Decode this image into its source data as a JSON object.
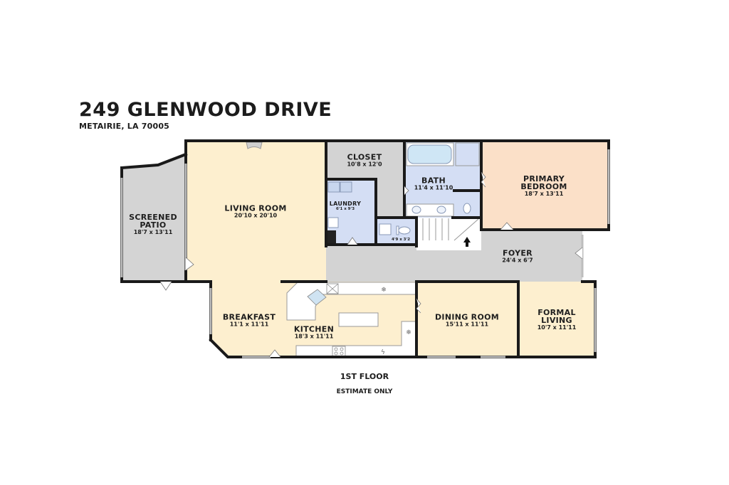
{
  "header": {
    "title": "249 GLENWOOD DRIVE",
    "subtitle": "METAIRIE, LA 70005"
  },
  "colors": {
    "living": "#fdefcf",
    "bedroom": "#fbe0c8",
    "bath": "#d4def4",
    "gray": "#d3d3d3",
    "wall": "#1a1a1a",
    "window": "#b9b9b9"
  },
  "rooms": [
    {
      "id": "screened-patio",
      "name": "SCREENED\nPATIO",
      "name1": "SCREENED",
      "name2": "PATIO",
      "dims": "18'7 x 13'11"
    },
    {
      "id": "living-room",
      "name1": "LIVING ROOM",
      "dims": "20'10 x 20'10"
    },
    {
      "id": "closet",
      "name1": "CLOSET",
      "dims": "10'8 x 12'0"
    },
    {
      "id": "laundry",
      "name1": "LAUNDRY",
      "dims": "6'1 x 9'3"
    },
    {
      "id": "bath",
      "name1": "BATH",
      "dims": "11'4 x 11'10"
    },
    {
      "id": "half-bath",
      "name1": "",
      "dims": "4'9 x 3'2"
    },
    {
      "id": "primary-bedroom",
      "name1": "PRIMARY",
      "name2": "BEDROOM",
      "dims": "18'7 x 13'11"
    },
    {
      "id": "foyer",
      "name1": "FOYER",
      "dims": "24'4 x 6'7"
    },
    {
      "id": "breakfast",
      "name1": "BREAKFAST",
      "dims": "11'1 x 11'11"
    },
    {
      "id": "kitchen",
      "name1": "KITCHEN",
      "dims": "18'3 x 11'11"
    },
    {
      "id": "dining-room",
      "name1": "DINING ROOM",
      "dims": "15'11 x 11'11"
    },
    {
      "id": "formal-living",
      "name1": "FORMAL",
      "name2": "LIVING",
      "dims": "10'7 x 11'11"
    }
  ],
  "footer": {
    "floor": "1ST FLOOR",
    "note": "ESTIMATE ONLY"
  }
}
